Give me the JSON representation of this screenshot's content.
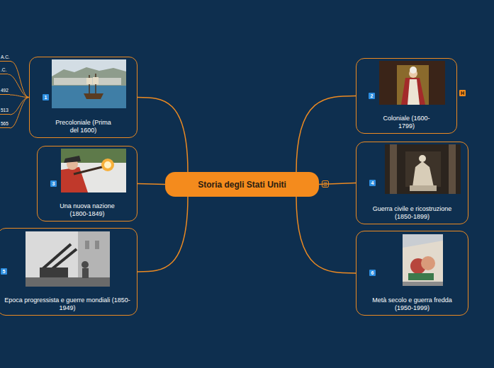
{
  "diagram": {
    "nodes": [
      {
        "text": [
          "Storia degli Stati Uniti"
        ]
      },
      {
        "text": [
          "Precoloniale (Prima del 1600)"
        ]
      },
      {
        "text": [
          "Coloniale (1600-1799)"
        ]
      },
      {
        "text": [
          "Una nuova nazione (1800-1849)"
        ]
      },
      {
        "text": [
          "Guerra civile e ricostruzione (1850-1899)"
        ]
      },
      {
        "text": [
          "Epoca progressista e guerre mondiali (1850-1949)"
        ]
      },
      {
        "text": [
          "Metà secolo e guerra fredda (1950-1999)"
        ]
      },
      {
        "text": [
          "A.C."
        ]
      },
      {
        "text": [
          ".C."
        ]
      },
      {
        "text": [
          "492"
        ]
      },
      {
        "text": [
          "513"
        ]
      },
      {
        "text": [
          "565"
        ]
      }
    ],
    "edges": [
      {
        "from": 0,
        "to": 1,
        "arrow": "none"
      },
      {
        "from": 0,
        "to": 2,
        "arrow": "none"
      },
      {
        "from": 0,
        "to": 3,
        "arrow": "none"
      },
      {
        "from": 0,
        "to": 4,
        "arrow": "none"
      },
      {
        "from": 0,
        "to": 5,
        "arrow": "none"
      },
      {
        "from": 0,
        "to": 6,
        "arrow": "none"
      },
      {
        "from": 1,
        "to": 7,
        "arrow": "none"
      },
      {
        "from": 1,
        "to": 8,
        "arrow": "none"
      },
      {
        "from": 1,
        "to": 9,
        "arrow": "none"
      },
      {
        "from": 1,
        "to": 10,
        "arrow": "none"
      },
      {
        "from": 1,
        "to": 11,
        "arrow": "none"
      }
    ],
    "labels": [
      "1",
      "2",
      "3",
      "4",
      "5",
      "6",
      "H"
    ]
  }
}
